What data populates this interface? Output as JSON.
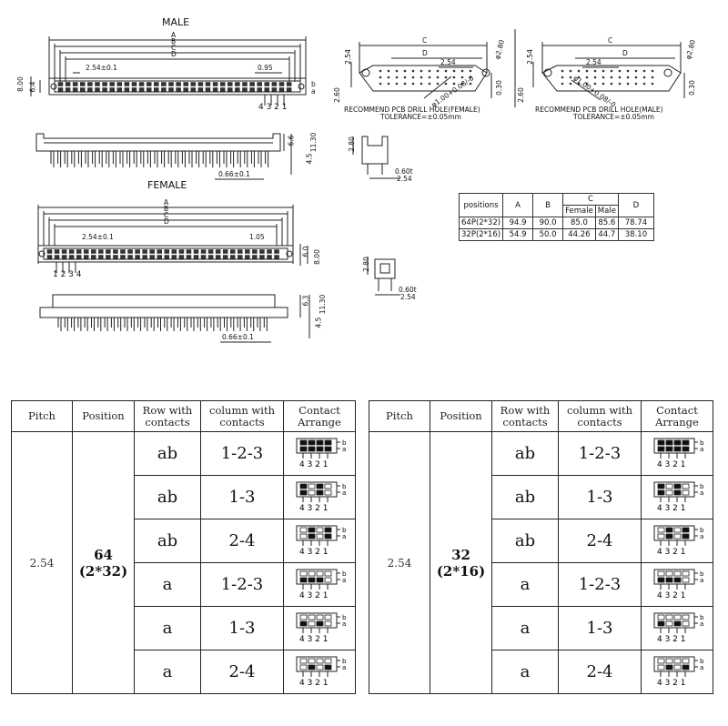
{
  "drawing": {
    "male_title": "MALE",
    "female_title": "FEMALE",
    "dim_letters": [
      "A",
      "B",
      "C",
      "D"
    ],
    "pitch_dim": "2.54±0.1",
    "male_small_dim": "0.95",
    "female_small_dim": "1.05",
    "pin_dim": "0.66±0.1",
    "thick_dim": "0.60t",
    "dim_254": "2.54",
    "dim_280": "2.80",
    "dim_260": "2.60",
    "dim_030": "0.30",
    "hole_phi": "φ1.00+0.08/-0",
    "hole_phi28": "φ2.80",
    "male_side_dims": [
      "8.00",
      "6.4"
    ],
    "male_row_labels": [
      "b",
      "a"
    ],
    "female_side_dims": [
      "6.0",
      "8.00"
    ],
    "profile_dims": [
      "6.6",
      "4.5",
      "11.30"
    ],
    "profile_dims_f": [
      "6.3",
      "4.5",
      "11.30"
    ],
    "pin_numbers_male": "4 3 2 1",
    "pin_numbers_female": "1 2 3 4",
    "drill_female_caption": "RECOMMEND PCB DRILL HOLE(FEMALE)",
    "drill_male_caption": "RECOMMEND PCB DRILL HOLE(MALE)",
    "tolerance": "TOLERANCE=±0.05mm"
  },
  "positions_table": {
    "header": [
      "positions",
      "A",
      "B",
      "C",
      "D"
    ],
    "sub_header": [
      "Female",
      "Male"
    ],
    "rows": [
      [
        "64P(2*32)",
        "94.9",
        "90.0",
        "85.0",
        "85.6",
        "78.74"
      ],
      [
        "32P(2*16)",
        "54.9",
        "50.0",
        "44.26",
        "44.7",
        "38.10"
      ]
    ]
  },
  "contact_tables": [
    {
      "headers": [
        "Pitch",
        "Position",
        "Row with contacts",
        "column with contacts",
        "Contact Arrange"
      ],
      "pitch": "2.54",
      "position": [
        "64",
        "(2*32)"
      ],
      "rows": [
        {
          "row": "ab",
          "cols": "1-2-3",
          "pattern": "abc123"
        },
        {
          "row": "ab",
          "cols": "1-3",
          "pattern": "ab13"
        },
        {
          "row": "ab",
          "cols": "2-4",
          "pattern": "ab24"
        },
        {
          "row": "a",
          "cols": "1-2-3",
          "pattern": "a123"
        },
        {
          "row": "a",
          "cols": "1-3",
          "pattern": "a13"
        },
        {
          "row": "a",
          "cols": "2-4",
          "pattern": "a24"
        }
      ]
    },
    {
      "headers": [
        "Pitch",
        "Position",
        "Row with contacts",
        "column with contacts",
        "Contact Arrange"
      ],
      "pitch": "2.54",
      "position": [
        "32",
        "(2*16)"
      ],
      "rows": [
        {
          "row": "ab",
          "cols": "1-2-3",
          "pattern": "abc123"
        },
        {
          "row": "ab",
          "cols": "1-3",
          "pattern": "ab13"
        },
        {
          "row": "ab",
          "cols": "2-4",
          "pattern": "ab24"
        },
        {
          "row": "a",
          "cols": "1-2-3",
          "pattern": "a123"
        },
        {
          "row": "a",
          "cols": "1-3",
          "pattern": "a13"
        },
        {
          "row": "a",
          "cols": "2-4",
          "pattern": "a24"
        }
      ]
    }
  ],
  "icon_labels": {
    "pins": "4 3 2 1",
    "row_b": "b",
    "row_a": "a"
  }
}
